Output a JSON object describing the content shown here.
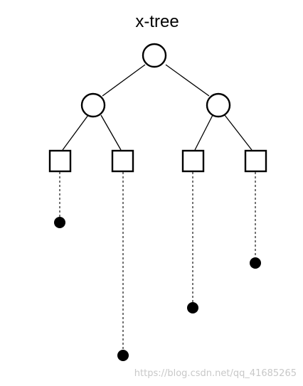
{
  "diagram": {
    "title": "x-tree",
    "watermark": "https://blog.csdn.net/qq_41685265",
    "colors": {
      "stroke": "#000000",
      "background": "#ffffff",
      "watermark": "#c8c8c8"
    },
    "nodes": [
      {
        "id": "root",
        "shape": "circle"
      },
      {
        "id": "inner-left",
        "shape": "circle"
      },
      {
        "id": "inner-right",
        "shape": "circle"
      },
      {
        "id": "square-1",
        "shape": "square"
      },
      {
        "id": "square-2",
        "shape": "square"
      },
      {
        "id": "square-3",
        "shape": "square"
      },
      {
        "id": "square-4",
        "shape": "square"
      }
    ],
    "edges": [
      {
        "from": "root",
        "to": "inner-left",
        "style": "solid"
      },
      {
        "from": "root",
        "to": "inner-right",
        "style": "solid"
      },
      {
        "from": "inner-left",
        "to": "square-1",
        "style": "solid"
      },
      {
        "from": "inner-left",
        "to": "square-2",
        "style": "solid"
      },
      {
        "from": "inner-right",
        "to": "square-3",
        "style": "solid"
      },
      {
        "from": "inner-right",
        "to": "square-4",
        "style": "solid"
      },
      {
        "from": "square-1",
        "to": "dot-1",
        "style": "dashed"
      },
      {
        "from": "square-2",
        "to": "dot-2",
        "style": "dashed"
      },
      {
        "from": "square-3",
        "to": "dot-3",
        "style": "dashed"
      },
      {
        "from": "square-4",
        "to": "dot-4",
        "style": "dashed"
      }
    ]
  }
}
